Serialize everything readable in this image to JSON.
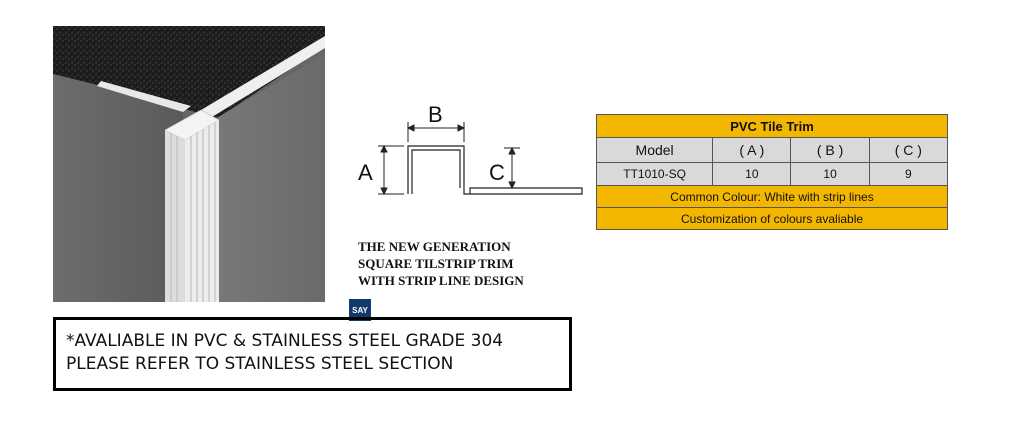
{
  "photo": {
    "badge": "SAY"
  },
  "diagram": {
    "label_a": "A",
    "label_b": "B",
    "label_c": "C"
  },
  "tagline": [
    "THE NEW GENERATION",
    "SQUARE TILSTRIP TRIM",
    "WITH STRIP LINE DESIGN"
  ],
  "table": {
    "title": "PVC Tile Trim",
    "headers": [
      "Model",
      "( A )",
      "( B )",
      "( C )"
    ],
    "rows": [
      [
        "TT1010-SQ",
        "10",
        "10",
        "9"
      ]
    ],
    "notes": [
      "Common Colour: White with strip lines",
      "Customization of colours avaliable"
    ],
    "colors": {
      "header_fill": "#f4b700",
      "cell_fill": "#d9d9d9"
    }
  },
  "notice": {
    "line1": "*AVALIABLE IN PVC & STAINLESS STEEL GRADE 304",
    "line2": "PLEASE REFER TO STAINLESS STEEL SECTION"
  }
}
